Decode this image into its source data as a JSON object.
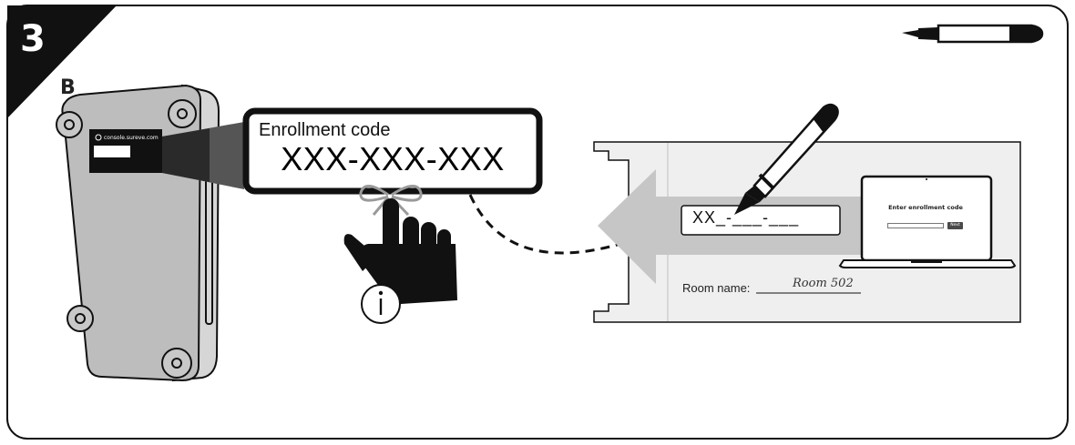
{
  "step": {
    "number": "3",
    "sub_label": "B"
  },
  "device": {
    "url_label": "console.sureve.com"
  },
  "callout": {
    "title": "Enrollment code",
    "code": "XXX-XXX-XXX"
  },
  "card": {
    "code_entry": "XX_-___-___",
    "room_label": "Room name:",
    "room_value": "Room 502"
  },
  "laptop": {
    "title": "Enter enrollment code",
    "button_label": "Next"
  },
  "icons": [
    "marker-icon",
    "pen-icon",
    "tag-bow-icon",
    "pointing-hand-icon",
    "info-icon",
    "arrow-icon",
    "laptop-icon"
  ],
  "colors": {
    "ink": "#111111",
    "device_gray": "#bdbdbd",
    "card_gray": "#efefef",
    "arrow_gray": "#c6c6c6"
  }
}
